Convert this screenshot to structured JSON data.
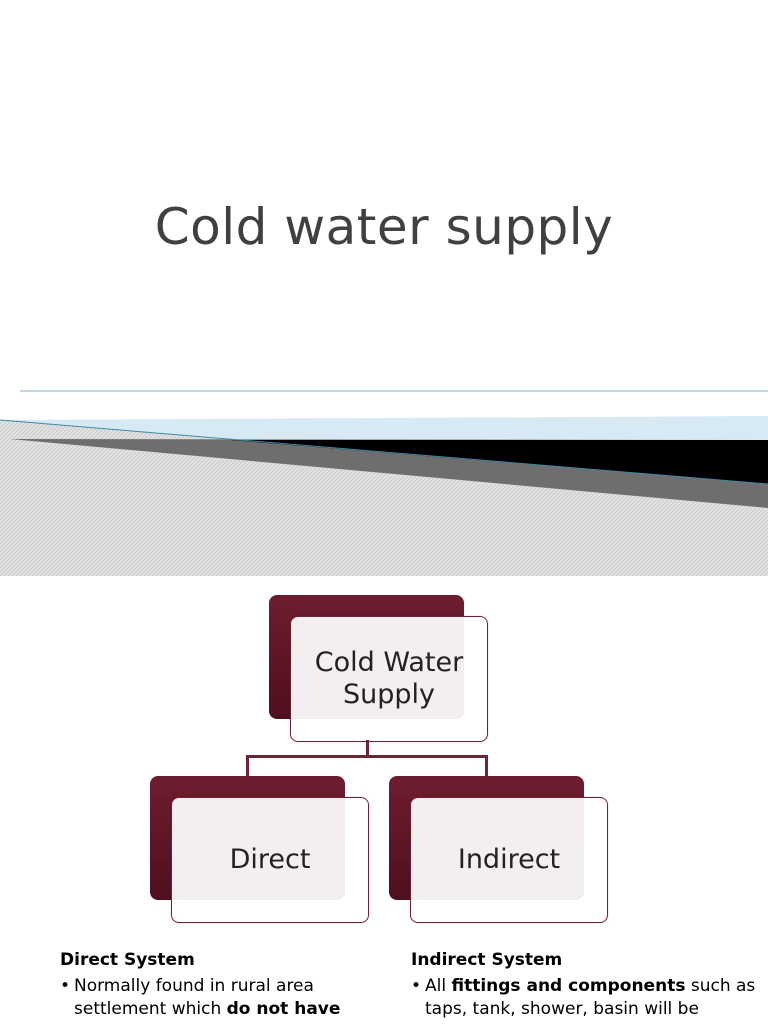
{
  "slide1": {
    "title": "Cold water supply"
  },
  "slide2": {
    "diagram": {
      "root": "Cold Water Supply",
      "root_line1": "Cold Water",
      "root_line2": "Supply",
      "children": [
        "Direct",
        "Indirect"
      ]
    },
    "direct": {
      "heading": "Direct System",
      "bullet_marker": "•",
      "line1": "Normally found in rural area",
      "line2_plain": "settlement which ",
      "line2_bold": "do not have"
    },
    "indirect": {
      "heading": "Indirect System",
      "bullet_marker": "•",
      "line1_plain1": "All ",
      "line1_bold": "fittings and components",
      "line1_plain2": " such as",
      "line2": "taps, tank, shower, basin will be"
    }
  },
  "colors": {
    "title_text": "#404040",
    "box_dark": "#5e1526",
    "box_border": "#6d2536",
    "band_dark": "#000000",
    "band_light": "#d7e9f3"
  }
}
